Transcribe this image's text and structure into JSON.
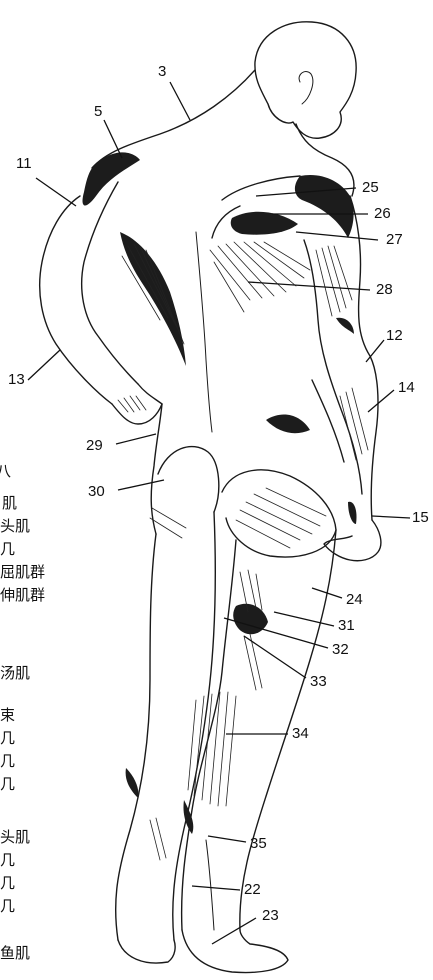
{
  "labels": [
    {
      "id": "n3",
      "text": "3"
    },
    {
      "id": "n5",
      "text": "5"
    },
    {
      "id": "n11",
      "text": "11"
    },
    {
      "id": "n25",
      "text": "25"
    },
    {
      "id": "n26",
      "text": "26"
    },
    {
      "id": "n27",
      "text": "27"
    },
    {
      "id": "n28",
      "text": "28"
    },
    {
      "id": "n12",
      "text": "12"
    },
    {
      "id": "n13",
      "text": "13"
    },
    {
      "id": "n14",
      "text": "14"
    },
    {
      "id": "n29",
      "text": "29"
    },
    {
      "id": "n30",
      "text": "30"
    },
    {
      "id": "n15",
      "text": "15"
    },
    {
      "id": "n24",
      "text": "24"
    },
    {
      "id": "n31",
      "text": "31"
    },
    {
      "id": "n32",
      "text": "32"
    },
    {
      "id": "n33",
      "text": "33"
    },
    {
      "id": "n34",
      "text": "34"
    },
    {
      "id": "n35",
      "text": "35"
    },
    {
      "id": "n22",
      "text": "22"
    },
    {
      "id": "n23",
      "text": "23"
    }
  ],
  "legend_fragments": [
    "八",
    "肌",
    "头肌",
    "几",
    "屈肌群",
    "伸肌群",
    "汤肌",
    "束",
    "几",
    "几",
    "几",
    "头肌",
    "几",
    "几",
    "几",
    "鱼肌"
  ]
}
